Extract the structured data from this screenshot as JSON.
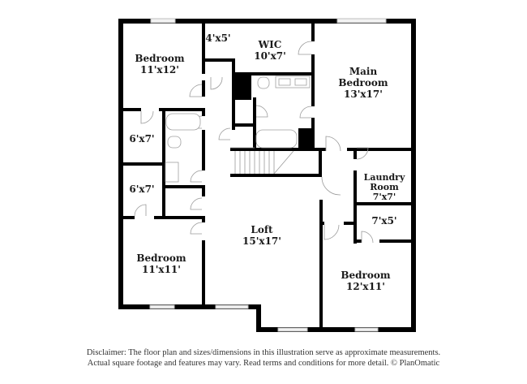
{
  "rooms": [
    {
      "id": "bedroom-nw",
      "name": "Bedroom",
      "size": "11'x12'"
    },
    {
      "id": "closet-4x5",
      "name": "",
      "size": "4'x5'"
    },
    {
      "id": "wic",
      "name": "WIC",
      "size": "10'x7'"
    },
    {
      "id": "main-bedroom",
      "name": "Main Bedroom",
      "name_line1": "Main",
      "name_line2": "Bedroom",
      "size": "13'x17'"
    },
    {
      "id": "closet-6x7-a",
      "name": "",
      "size": "6'x7'"
    },
    {
      "id": "closet-6x7-b",
      "name": "",
      "size": "6'x7'"
    },
    {
      "id": "laundry",
      "name": "Laundry Room",
      "name_line1": "Laundry",
      "name_line2": "Room",
      "size": "7'x7'"
    },
    {
      "id": "closet-7x5",
      "name": "",
      "size": "7'x5'"
    },
    {
      "id": "loft",
      "name": "Loft",
      "size": "15'x17'"
    },
    {
      "id": "bedroom-sw",
      "name": "Bedroom",
      "size": "11'x11'"
    },
    {
      "id": "bedroom-se",
      "name": "Bedroom",
      "size": "12'x11'"
    }
  ],
  "disclaimer": {
    "line1": "Disclaimer: The floor plan and sizes/dimensions in this illustration serve as approximate measurements.",
    "line2": "Actual square footage and features may vary. Read terms and conditions for more detail. © PlanOmatic"
  }
}
